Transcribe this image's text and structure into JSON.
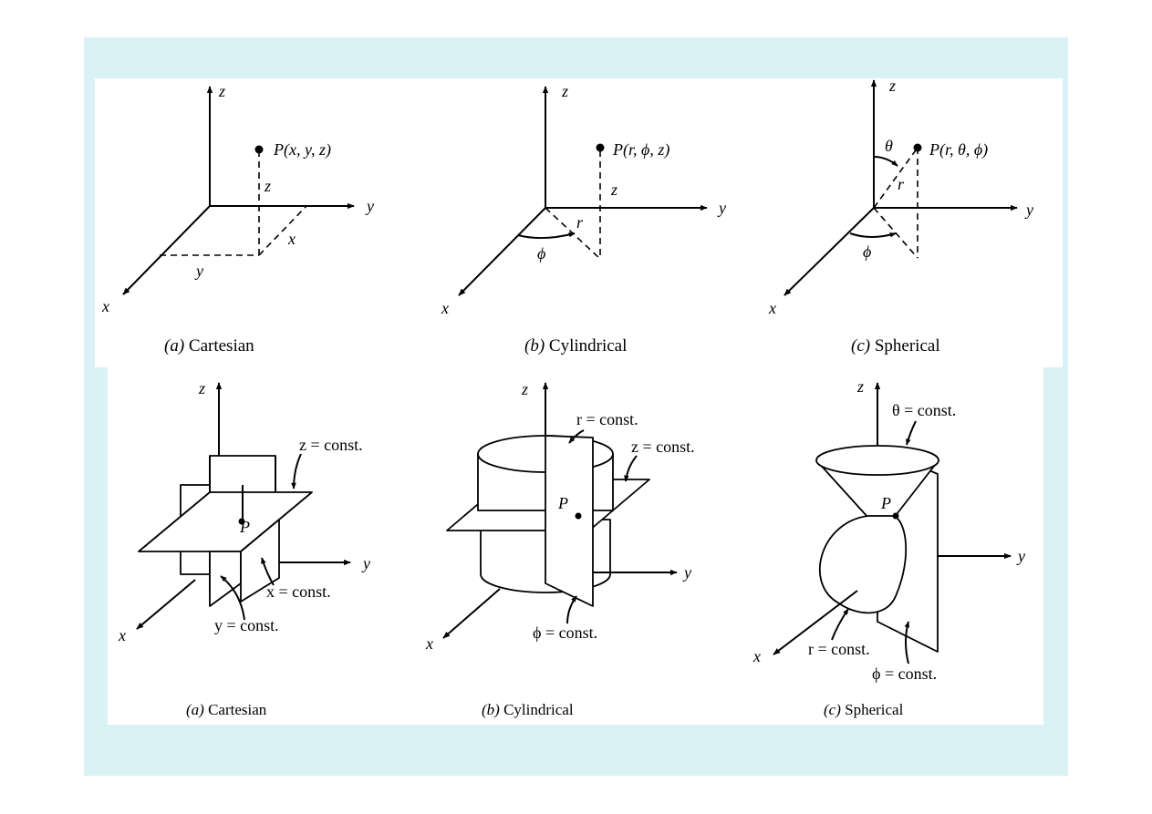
{
  "top_row": {
    "cartesian": {
      "axis_x": "x",
      "axis_y": "y",
      "axis_z": "z",
      "point_label": "P(x, y, z)",
      "dim_z": "z",
      "dim_x": "x",
      "dim_y": "y",
      "caption_letter": "(a)",
      "caption_name": "Cartesian"
    },
    "cylindrical": {
      "axis_x": "x",
      "axis_y": "y",
      "axis_z": "z",
      "point_label": "P(r, ϕ, z)",
      "dim_z": "z",
      "dim_r": "r",
      "angle_phi": "ϕ",
      "caption_letter": "(b)",
      "caption_name": "Cylindrical"
    },
    "spherical": {
      "axis_x": "x",
      "axis_y": "y",
      "axis_z": "z",
      "point_label": "P(r, θ, ϕ)",
      "angle_theta": "θ",
      "dim_r": "r",
      "angle_phi": "ϕ",
      "caption_letter": "(c)",
      "caption_name": "Spherical"
    }
  },
  "bottom_row": {
    "cartesian": {
      "axis_x": "x",
      "axis_y": "y",
      "axis_z": "z",
      "point": "P",
      "z_surface": "z = const.",
      "x_surface": "x = const.",
      "y_surface": "y = const.",
      "caption_letter": "(a)",
      "caption_name": "Cartesian"
    },
    "cylindrical": {
      "axis_x": "x",
      "axis_y": "y",
      "axis_z": "z",
      "point": "P",
      "r_surface": "r = const.",
      "z_surface": "z = const.",
      "phi_surface": "ϕ = const.",
      "caption_letter": "(b)",
      "caption_name": "Cylindrical"
    },
    "spherical": {
      "axis_x": "x",
      "axis_y": "y",
      "axis_z": "z",
      "point": "P",
      "theta_surface": "θ = const.",
      "r_surface": "r = const.",
      "phi_surface": "ϕ = const.",
      "caption_letter": "(c)",
      "caption_name": "Spherical"
    }
  }
}
